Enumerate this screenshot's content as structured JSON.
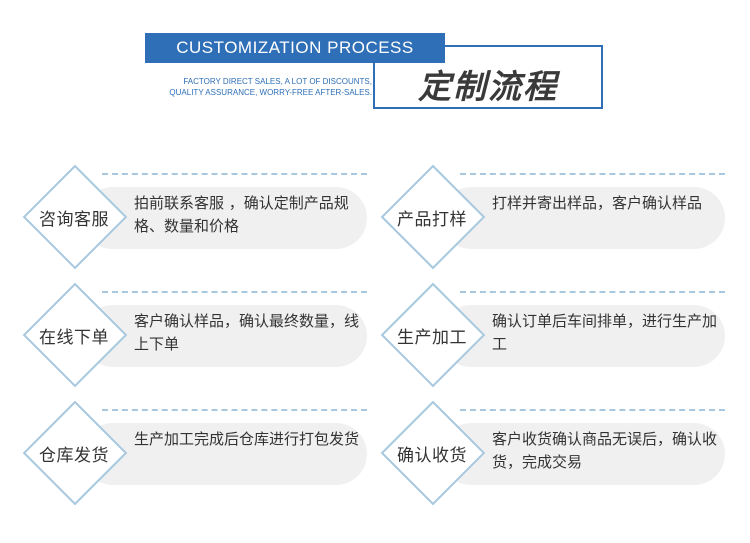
{
  "header": {
    "en_title": "CUSTOMIZATION PROCESS",
    "cn_title": "定制流程",
    "subtitle_line1": "FACTORY DIRECT SALES, A LOT OF DISCOUNTS,",
    "subtitle_line2": "QUALITY ASSURANCE, WORRY-FREE AFTER-SALES."
  },
  "steps": [
    {
      "title": "咨询客服",
      "desc": "拍前联系客服 ，确认定制产品规格、数量和价格"
    },
    {
      "title": "产品打样",
      "desc": "打样并寄出样品，客户确认样品"
    },
    {
      "title": "在线下单",
      "desc": "客户确认样品，确认最终数量，线上下单"
    },
    {
      "title": "生产加工",
      "desc": "确认订单后车间排单，进行生产加工"
    },
    {
      "title": "仓库发货",
      "desc": "生产加工完成后仓库进行打包发货"
    },
    {
      "title": "确认收货",
      "desc": "客户收货确认商品无误后，确认收货，完成交易"
    }
  ]
}
